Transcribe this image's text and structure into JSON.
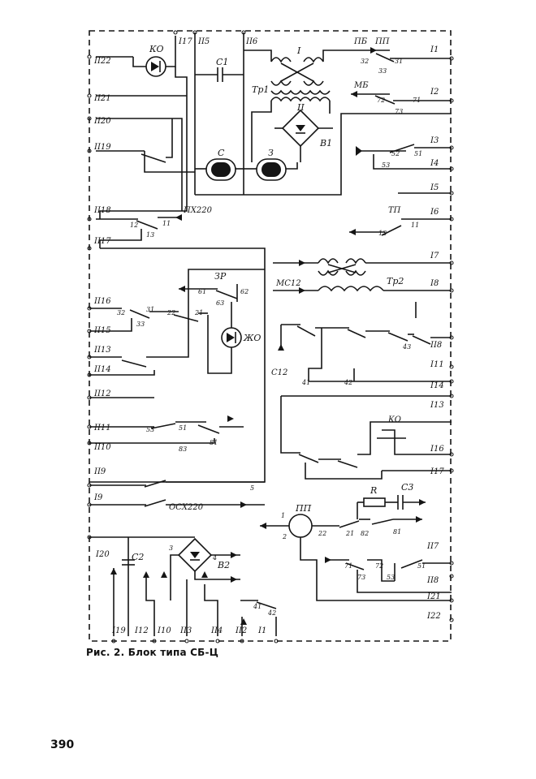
{
  "caption": "Рис. 2. Блок типа СБ-Ц",
  "page_number": "390",
  "terminals": [
    {
      "label": "II22"
    },
    {
      "label": "I17"
    },
    {
      "label": "II5"
    },
    {
      "label": "II6"
    },
    {
      "label": "I1"
    },
    {
      "label": "II21"
    },
    {
      "label": "I2"
    },
    {
      "label": "II20"
    },
    {
      "label": "II19"
    },
    {
      "label": "I3"
    },
    {
      "label": "I4"
    },
    {
      "label": "I5"
    },
    {
      "label": "II18"
    },
    {
      "label": "I6"
    },
    {
      "label": "II17"
    },
    {
      "label": "I7"
    },
    {
      "label": "I8"
    },
    {
      "label": "II16"
    },
    {
      "label": "II15"
    },
    {
      "label": "II8"
    },
    {
      "label": "II13"
    },
    {
      "label": "I11"
    },
    {
      "label": "II14"
    },
    {
      "label": "II12"
    },
    {
      "label": "I14"
    },
    {
      "label": "I13"
    },
    {
      "label": "II11"
    },
    {
      "label": "II10"
    },
    {
      "label": "I16"
    },
    {
      "label": "I17"
    },
    {
      "label": "II9"
    },
    {
      "label": "I9"
    },
    {
      "label": "I20"
    },
    {
      "label": "II7"
    },
    {
      "label": "II8"
    },
    {
      "label": "I21"
    },
    {
      "label": "I22"
    },
    {
      "label": "I19"
    },
    {
      "label": "I12"
    },
    {
      "label": "I10"
    },
    {
      "label": "II3"
    },
    {
      "label": "II4"
    },
    {
      "label": "II2"
    },
    {
      "label": "I1"
    }
  ],
  "components": [
    {
      "label": "КО"
    },
    {
      "label": "С1"
    },
    {
      "label": "Тр1"
    },
    {
      "label": "В1"
    },
    {
      "label": "С"
    },
    {
      "label": "З"
    },
    {
      "label": "Тр2"
    },
    {
      "label": "ЗР"
    },
    {
      "label": "ЖО"
    },
    {
      "label": "R"
    },
    {
      "label": "С3"
    },
    {
      "label": "ПП"
    },
    {
      "label": "С2"
    },
    {
      "label": "В2"
    },
    {
      "label": "I"
    },
    {
      "label": "II"
    }
  ],
  "signals": [
    {
      "label": "ПБ"
    },
    {
      "label": "МБ"
    },
    {
      "label": "ПХ220"
    },
    {
      "label": "ОСХ220"
    },
    {
      "label": "МС12"
    },
    {
      "label": "С12"
    },
    {
      "label": "ПП"
    },
    {
      "label": "КО"
    },
    {
      "label": "ТП"
    }
  ],
  "contact_numbers": {
    "right_top": [
      "32",
      "31",
      "33",
      "72",
      "73",
      "71",
      "52",
      "51",
      "53",
      "13",
      "11"
    ],
    "center": [
      "12",
      "11",
      "13",
      "61",
      "62",
      "63",
      "31",
      "32",
      "33",
      "21",
      "22",
      "41",
      "42",
      "43",
      "53",
      "51",
      "81",
      "83"
    ],
    "bottom": [
      "1",
      "2",
      "3",
      "4",
      "5",
      "22",
      "21",
      "82",
      "81",
      "71",
      "72",
      "73",
      "53",
      "51",
      "41",
      "42"
    ]
  }
}
